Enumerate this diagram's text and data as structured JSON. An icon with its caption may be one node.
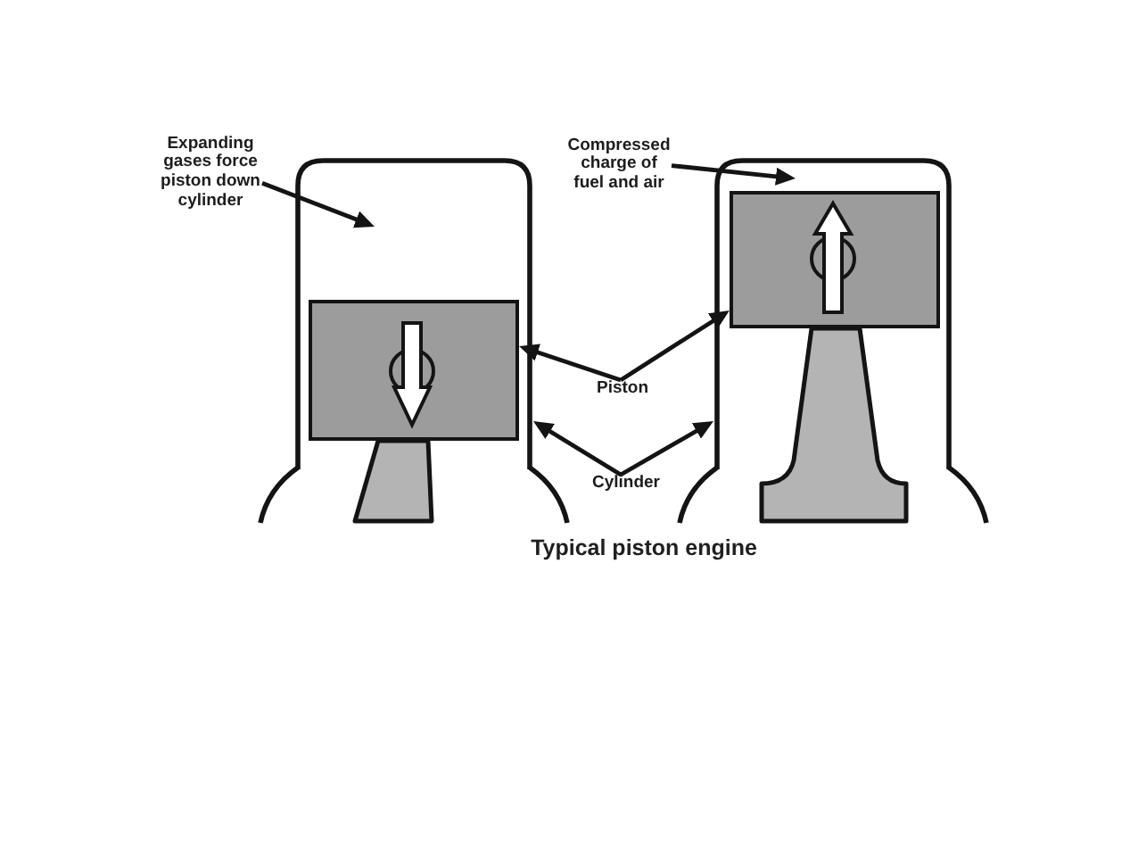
{
  "diagram": {
    "caption": "Typical piston engine",
    "nodes": [
      {
        "text": [
          "Expanding gases force piston down cylinder"
        ]
      },
      {
        "text": [
          "Compressed charge of fuel and air"
        ]
      },
      {
        "text": [],
        "shape": "cylinder"
      },
      {
        "text": [],
        "shape": "box",
        "in": 2
      },
      {
        "text": [],
        "shape": "trapezoid"
      },
      {
        "text": [],
        "shape": "cylinder"
      },
      {
        "text": [],
        "shape": "box",
        "in": 5
      },
      {
        "text": [],
        "shape": "trapezoid"
      },
      {
        "text": [
          "Piston"
        ]
      },
      {
        "text": [
          "Cylinder"
        ]
      }
    ],
    "edges": [
      {
        "from": 0,
        "to": null,
        "arrow": "to"
      },
      {
        "from": 1,
        "to": 6,
        "arrow": "to"
      },
      {
        "from": 8,
        "to": 3,
        "arrow": "to"
      },
      {
        "from": 8,
        "to": 6,
        "arrow": "to"
      },
      {
        "from": 9,
        "to": 2,
        "arrow": "to"
      },
      {
        "from": 9,
        "to": 5,
        "arrow": "to"
      }
    ]
  }
}
